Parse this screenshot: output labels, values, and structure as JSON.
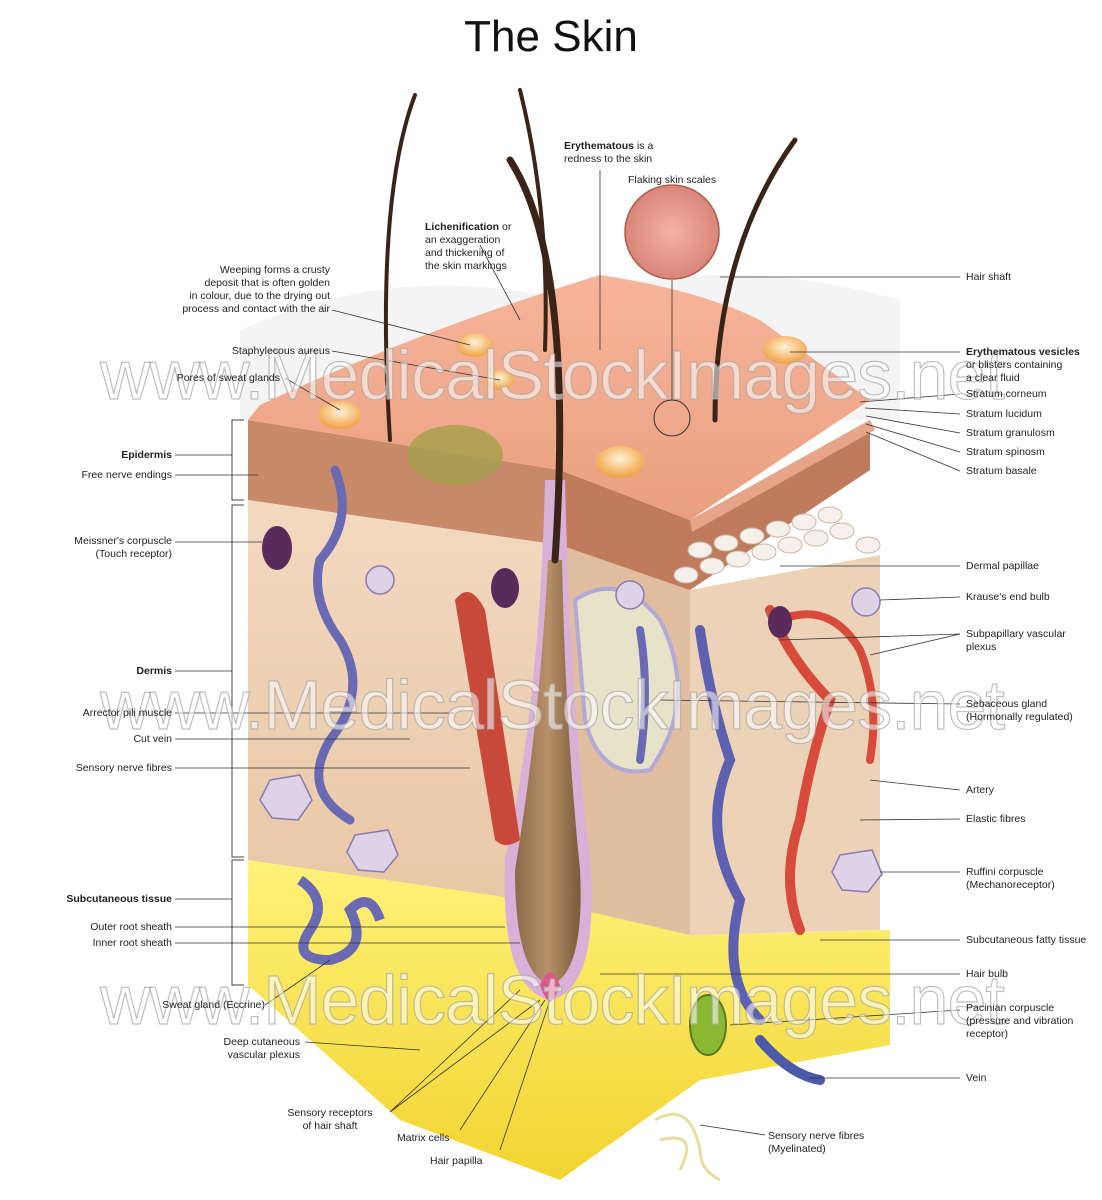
{
  "title": "The Skin",
  "watermark": "www.MedicalStockImages.net",
  "left_labels": {
    "weeping": [
      "Weeping forms a crusty",
      "deposit that is often golden",
      "in colour, due to the drying out",
      "process and contact with the air"
    ],
    "staphylecous": "Staphylecous aureus",
    "sweat_glands": "Pores of sweat glands",
    "epidermis": "Epidermis",
    "free_nerve": "Free nerve endings",
    "meissner": [
      "Meissner's corpuscle",
      "(Touch receptor)"
    ],
    "dermis": "Dermis",
    "arrector": "Arrector pili muscle",
    "cut_vein": "Cut vein",
    "sensory_nerve": "Sensory nerve fibres",
    "subcutaneous": "Subcutaneous tissue",
    "outer_root": "Outer root sheath",
    "inner_root": "Inner root sheath",
    "sweat_gland_eccrine": "Sweat gland (Eccrine)",
    "deep_plexus": [
      "Deep cutaneous",
      "vascular plexus"
    ]
  },
  "top_labels": {
    "lichen_bold": "Lichenification",
    "lichen_rest": [
      " or",
      "an exaggeration",
      "and thickening of",
      "the skin markings"
    ],
    "erythematous_bold": "Erythematous",
    "erythematous_rest": [
      " is a",
      "redness to the skin"
    ],
    "flaking": "Flaking skin scales"
  },
  "right_labels": {
    "hair_shaft": "Hair shaft",
    "vesicles_bold": "Erythematous vesicles",
    "vesicles_rest": [
      "or blisters containing",
      "a clear fluid"
    ],
    "corneum": "Stratum corneum",
    "lucidum": "Stratum lucidum",
    "granulosm": "Stratum granulosm",
    "spinosm": "Stratum spinosm",
    "basale": "Stratum basale",
    "dermal_papillae": "Dermal papillae",
    "krause": "Krause's end bulb",
    "subpapillary": [
      "Subpapillary vascular",
      "plexus"
    ],
    "sebaceous": [
      "Sebaceous gland",
      "(Hormonally regulated)"
    ],
    "artery": "Artery",
    "elastic": "Elastic fibres",
    "ruffini": [
      "Ruffini corpuscle",
      "(Mechanoreceptor)"
    ],
    "fatty": "Subcutaneous fatty tissue",
    "hair_bulb": "Hair bulb",
    "pacinian": [
      "Pacinian corpuscle",
      "(pressure and vibration",
      "receptor)"
    ],
    "vein": "Vein"
  },
  "bottom_labels": {
    "sensory_receptors": [
      "Sensory receptors",
      "of hair shaft"
    ],
    "matrix": "Matrix cells",
    "papilla": "Hair papilla",
    "myelinated": [
      "Sensory nerve fibres",
      "(Myelinated)"
    ]
  }
}
